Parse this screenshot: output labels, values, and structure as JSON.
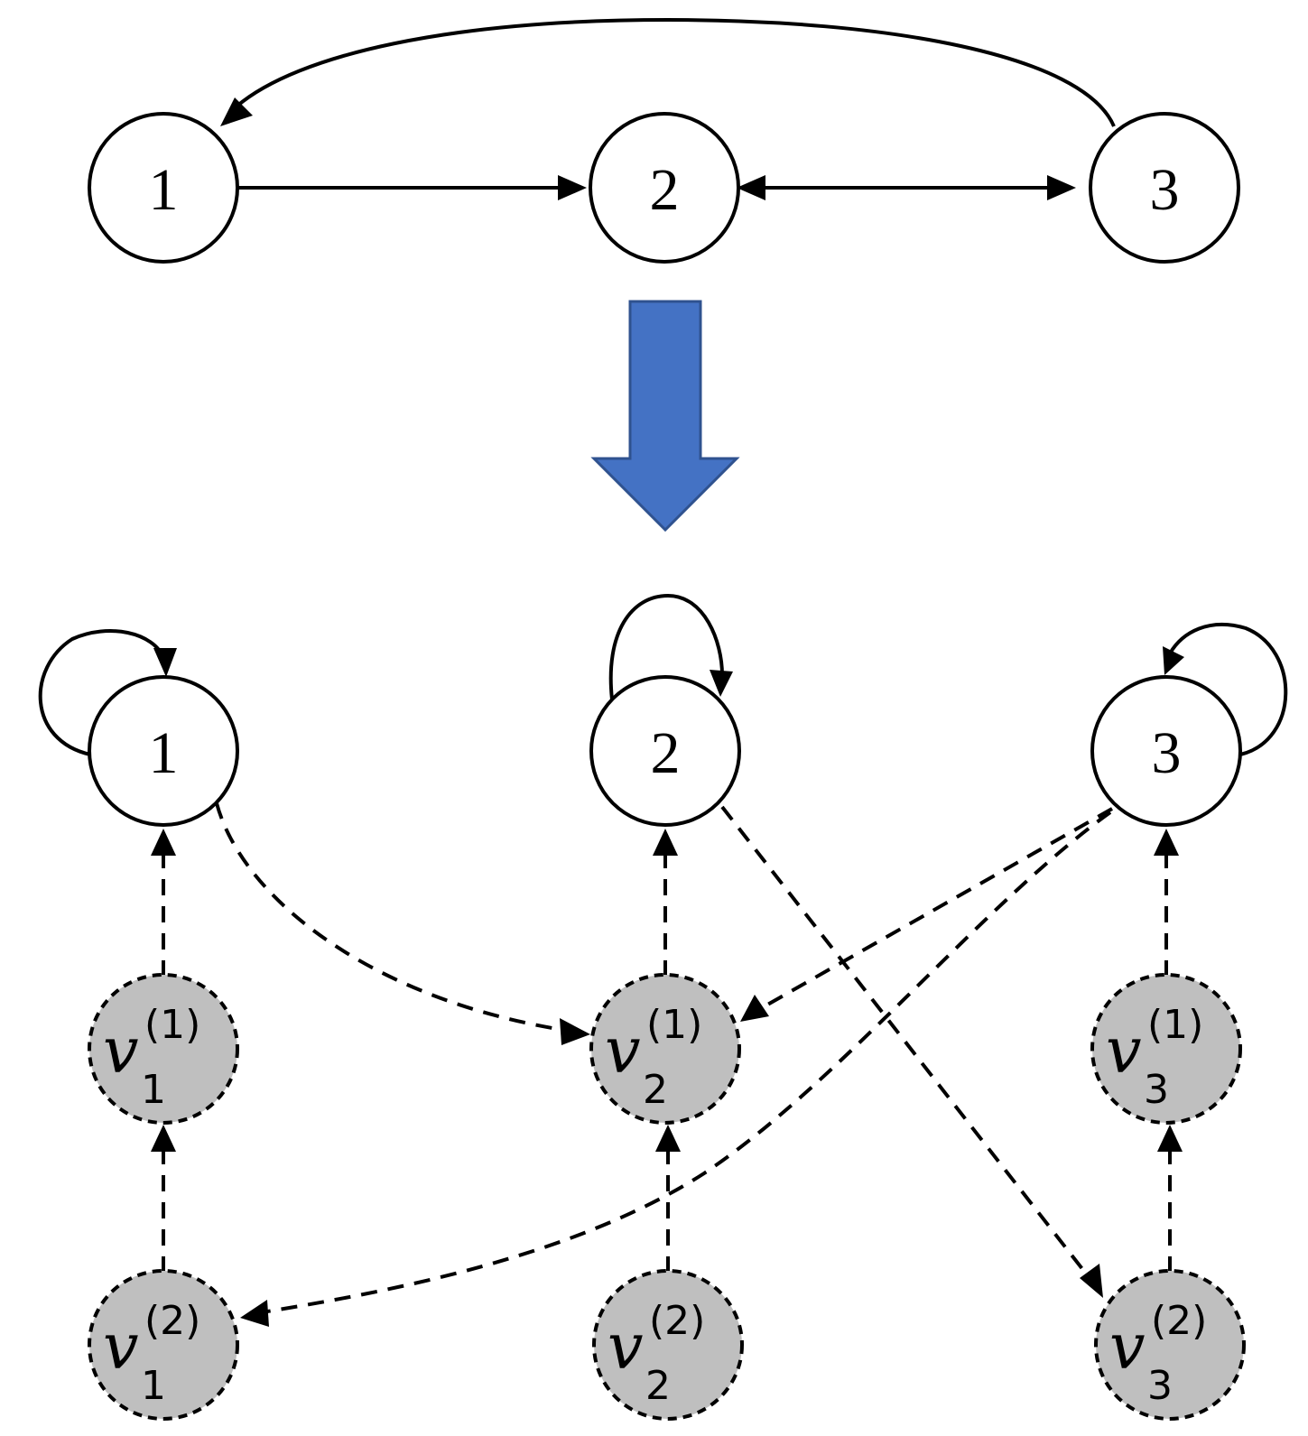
{
  "colors": {
    "stroke": "#000000",
    "node_fill": "#ffffff",
    "aux_fill": "#bfbfbf",
    "transform_arrow": "#4472c4",
    "transform_arrow_stroke": "#2f528f"
  },
  "top_graph": {
    "nodes": [
      {
        "id": "1",
        "label": "1"
      },
      {
        "id": "2",
        "label": "2"
      },
      {
        "id": "3",
        "label": "3"
      }
    ],
    "edges": [
      {
        "from": "1",
        "to": "2",
        "style": "solid"
      },
      {
        "from": "2",
        "to": "3",
        "style": "solid",
        "bidirectional": true
      },
      {
        "from": "3",
        "to": "1",
        "style": "solid",
        "curved": true
      }
    ]
  },
  "bottom_graph": {
    "nodes": [
      {
        "id": "1",
        "label": "1"
      },
      {
        "id": "2",
        "label": "2"
      },
      {
        "id": "3",
        "label": "3"
      }
    ],
    "aux_nodes": [
      {
        "id": "v1_1",
        "base": "v",
        "sub": "1",
        "sup": "(1)"
      },
      {
        "id": "v2_1",
        "base": "v",
        "sub": "2",
        "sup": "(1)"
      },
      {
        "id": "v3_1",
        "base": "v",
        "sub": "3",
        "sup": "(1)"
      },
      {
        "id": "v1_2",
        "base": "v",
        "sub": "1",
        "sup": "(2)"
      },
      {
        "id": "v2_2",
        "base": "v",
        "sub": "2",
        "sup": "(2)"
      },
      {
        "id": "v3_2",
        "base": "v",
        "sub": "3",
        "sup": "(2)"
      }
    ],
    "self_loops": [
      "1",
      "2",
      "3"
    ],
    "dashed_edges": [
      {
        "from": "v1_1",
        "to": "1"
      },
      {
        "from": "v2_1",
        "to": "2"
      },
      {
        "from": "v3_1",
        "to": "3"
      },
      {
        "from": "v1_2",
        "to": "v1_1"
      },
      {
        "from": "v2_2",
        "to": "v2_1"
      },
      {
        "from": "v3_2",
        "to": "v3_1"
      },
      {
        "from": "1",
        "to": "v2_1"
      },
      {
        "from": "3",
        "to": "v2_1"
      },
      {
        "from": "3",
        "to": "v1_2"
      },
      {
        "from": "2",
        "to": "v3_2"
      }
    ]
  }
}
